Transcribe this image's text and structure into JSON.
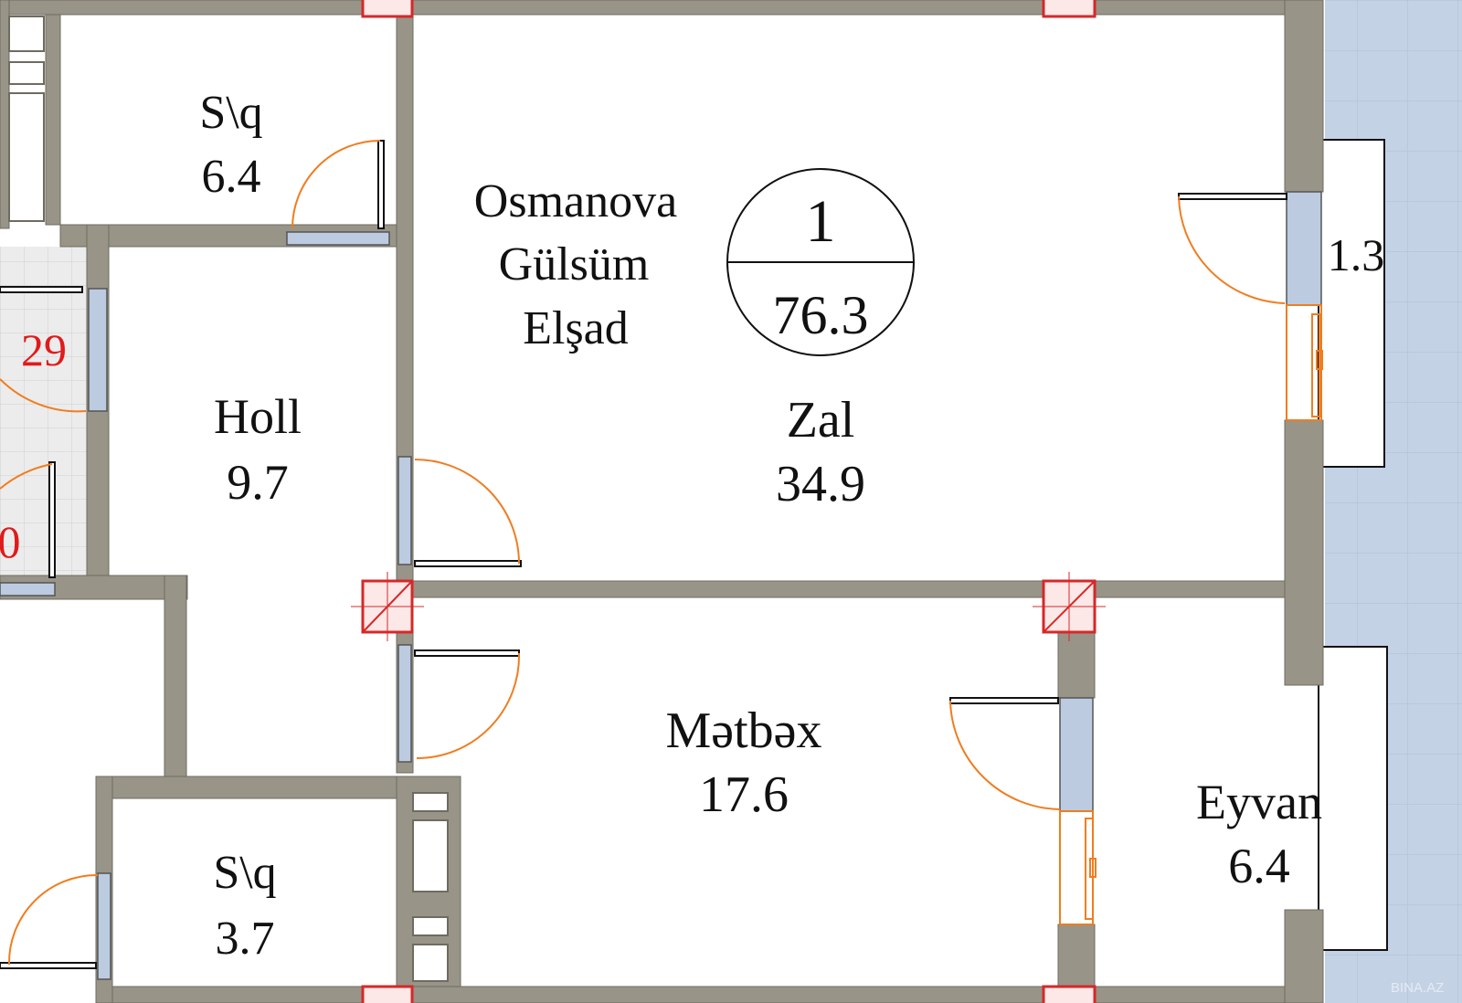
{
  "apartment": {
    "number": "1",
    "area": "76.3",
    "owner_lines": [
      "Osmanova",
      "Gülsüm",
      "Elşad"
    ]
  },
  "rooms": {
    "storage_top": {
      "name": "S\\q",
      "area": "6.4"
    },
    "hall": {
      "name": "Holl",
      "area": "9.7"
    },
    "living": {
      "name": "Zal",
      "area": "34.9"
    },
    "kitchen": {
      "name": "Mətbəx",
      "area": "17.6"
    },
    "storage_bottom": {
      "name": "S\\q",
      "area": "3.7"
    },
    "balcony": {
      "name": "Eyvan",
      "area": "6.4"
    },
    "balcony_small": {
      "area": "1.3"
    }
  },
  "neighbor_labels": [
    "29",
    "0"
  ],
  "watermark": "BINA.AZ",
  "colors": {
    "wall": "#989487",
    "door_swing": "#f07d20",
    "window": "#bccbe0",
    "column": "#d62828",
    "exterior": "#c4d2e6",
    "neighbor_text": "#e01b1b"
  }
}
